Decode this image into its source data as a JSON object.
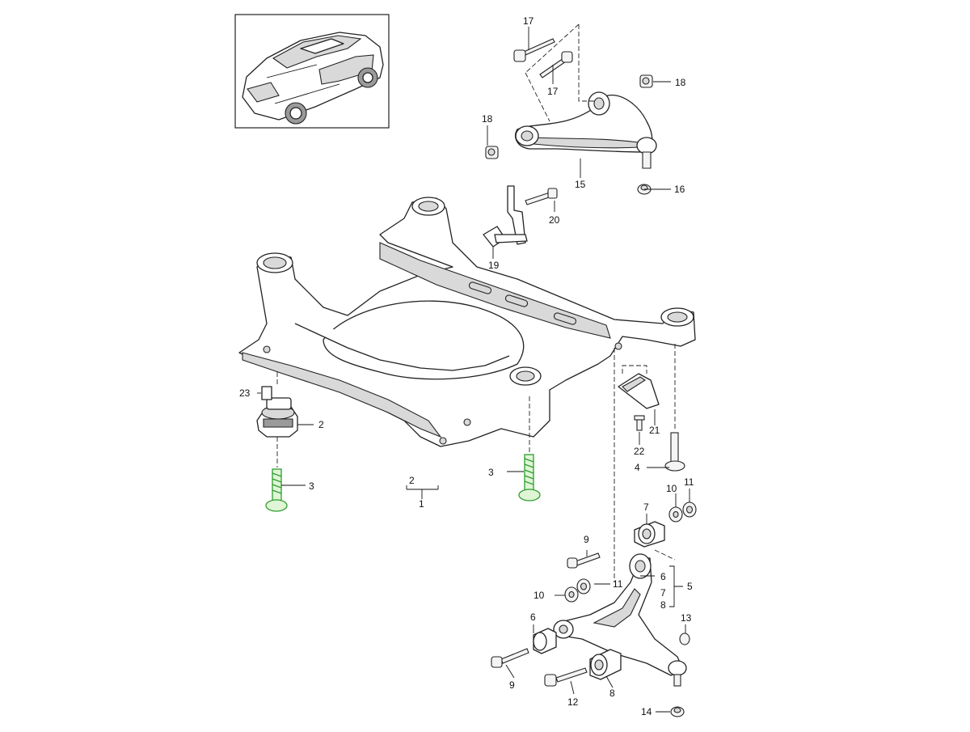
{
  "diagram": {
    "callouts": [
      {
        "id": "c1",
        "label": "1"
      },
      {
        "id": "c2a",
        "label": "2"
      },
      {
        "id": "c2b",
        "label": "2"
      },
      {
        "id": "c3a",
        "label": "3"
      },
      {
        "id": "c3b",
        "label": "3"
      },
      {
        "id": "c4",
        "label": "4"
      },
      {
        "id": "c5",
        "label": "5"
      },
      {
        "id": "c6a",
        "label": "6"
      },
      {
        "id": "c6b",
        "label": "6"
      },
      {
        "id": "c7a",
        "label": "7"
      },
      {
        "id": "c7b",
        "label": "7"
      },
      {
        "id": "c8a",
        "label": "8"
      },
      {
        "id": "c8b",
        "label": "8"
      },
      {
        "id": "c9a",
        "label": "9"
      },
      {
        "id": "c9b",
        "label": "9"
      },
      {
        "id": "c10a",
        "label": "10"
      },
      {
        "id": "c10b",
        "label": "10"
      },
      {
        "id": "c11a",
        "label": "11"
      },
      {
        "id": "c11b",
        "label": "11"
      },
      {
        "id": "c12",
        "label": "12"
      },
      {
        "id": "c13",
        "label": "13"
      },
      {
        "id": "c14",
        "label": "14"
      },
      {
        "id": "c15",
        "label": "15"
      },
      {
        "id": "c16",
        "label": "16"
      },
      {
        "id": "c17a",
        "label": "17"
      },
      {
        "id": "c17b",
        "label": "17"
      },
      {
        "id": "c18a",
        "label": "18"
      },
      {
        "id": "c18b",
        "label": "18"
      },
      {
        "id": "c19",
        "label": "19"
      },
      {
        "id": "c20",
        "label": "20"
      },
      {
        "id": "c21",
        "label": "21"
      },
      {
        "id": "c22",
        "label": "22"
      },
      {
        "id": "c23",
        "label": "23"
      }
    ],
    "highlight_color": "#2e9d2e"
  }
}
